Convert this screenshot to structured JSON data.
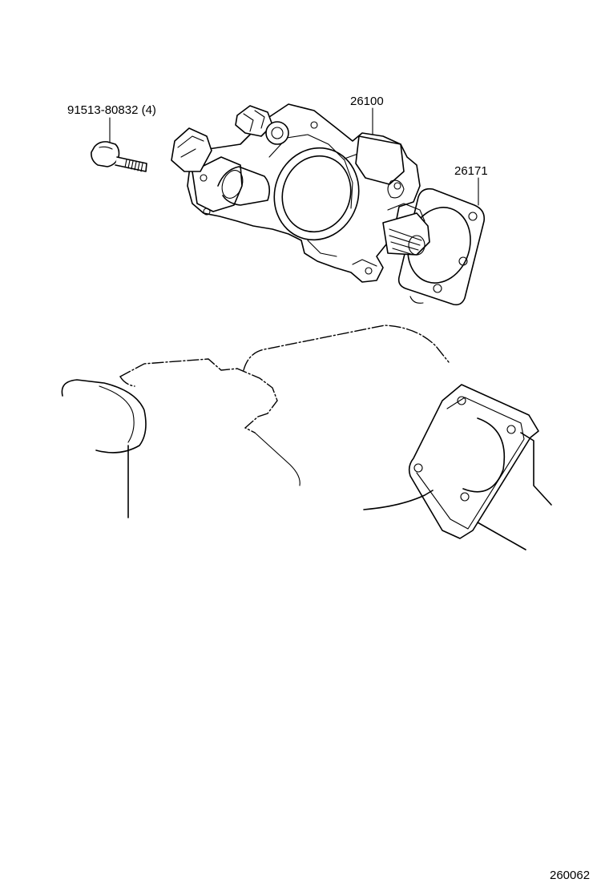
{
  "labels": {
    "bolt": "91513-80832 (4)",
    "throttle_body": "26100",
    "gasket": "26171",
    "diagram_code": "260062"
  }
}
